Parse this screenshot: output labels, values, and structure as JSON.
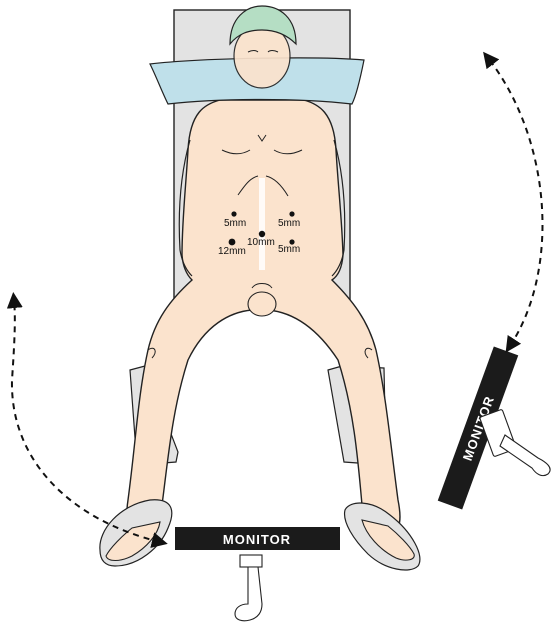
{
  "ports": [
    {
      "id": "port-upper-left",
      "label": "5mm"
    },
    {
      "id": "port-upper-right",
      "label": "5mm"
    },
    {
      "id": "port-umbilical",
      "label": "10mm"
    },
    {
      "id": "port-lower-left",
      "label": "12mm"
    },
    {
      "id": "port-lower-right",
      "label": "5mm"
    }
  ],
  "monitors": {
    "foot": {
      "label": "MONITOR"
    },
    "side": {
      "label": "MONITOR"
    }
  },
  "colors": {
    "skin": "#fbe3cd",
    "outline": "#222222",
    "table": "#e3e3e3",
    "drape": "#bfe0ea",
    "cap": "#b5dec4",
    "monitor": "#1b1b1b"
  }
}
